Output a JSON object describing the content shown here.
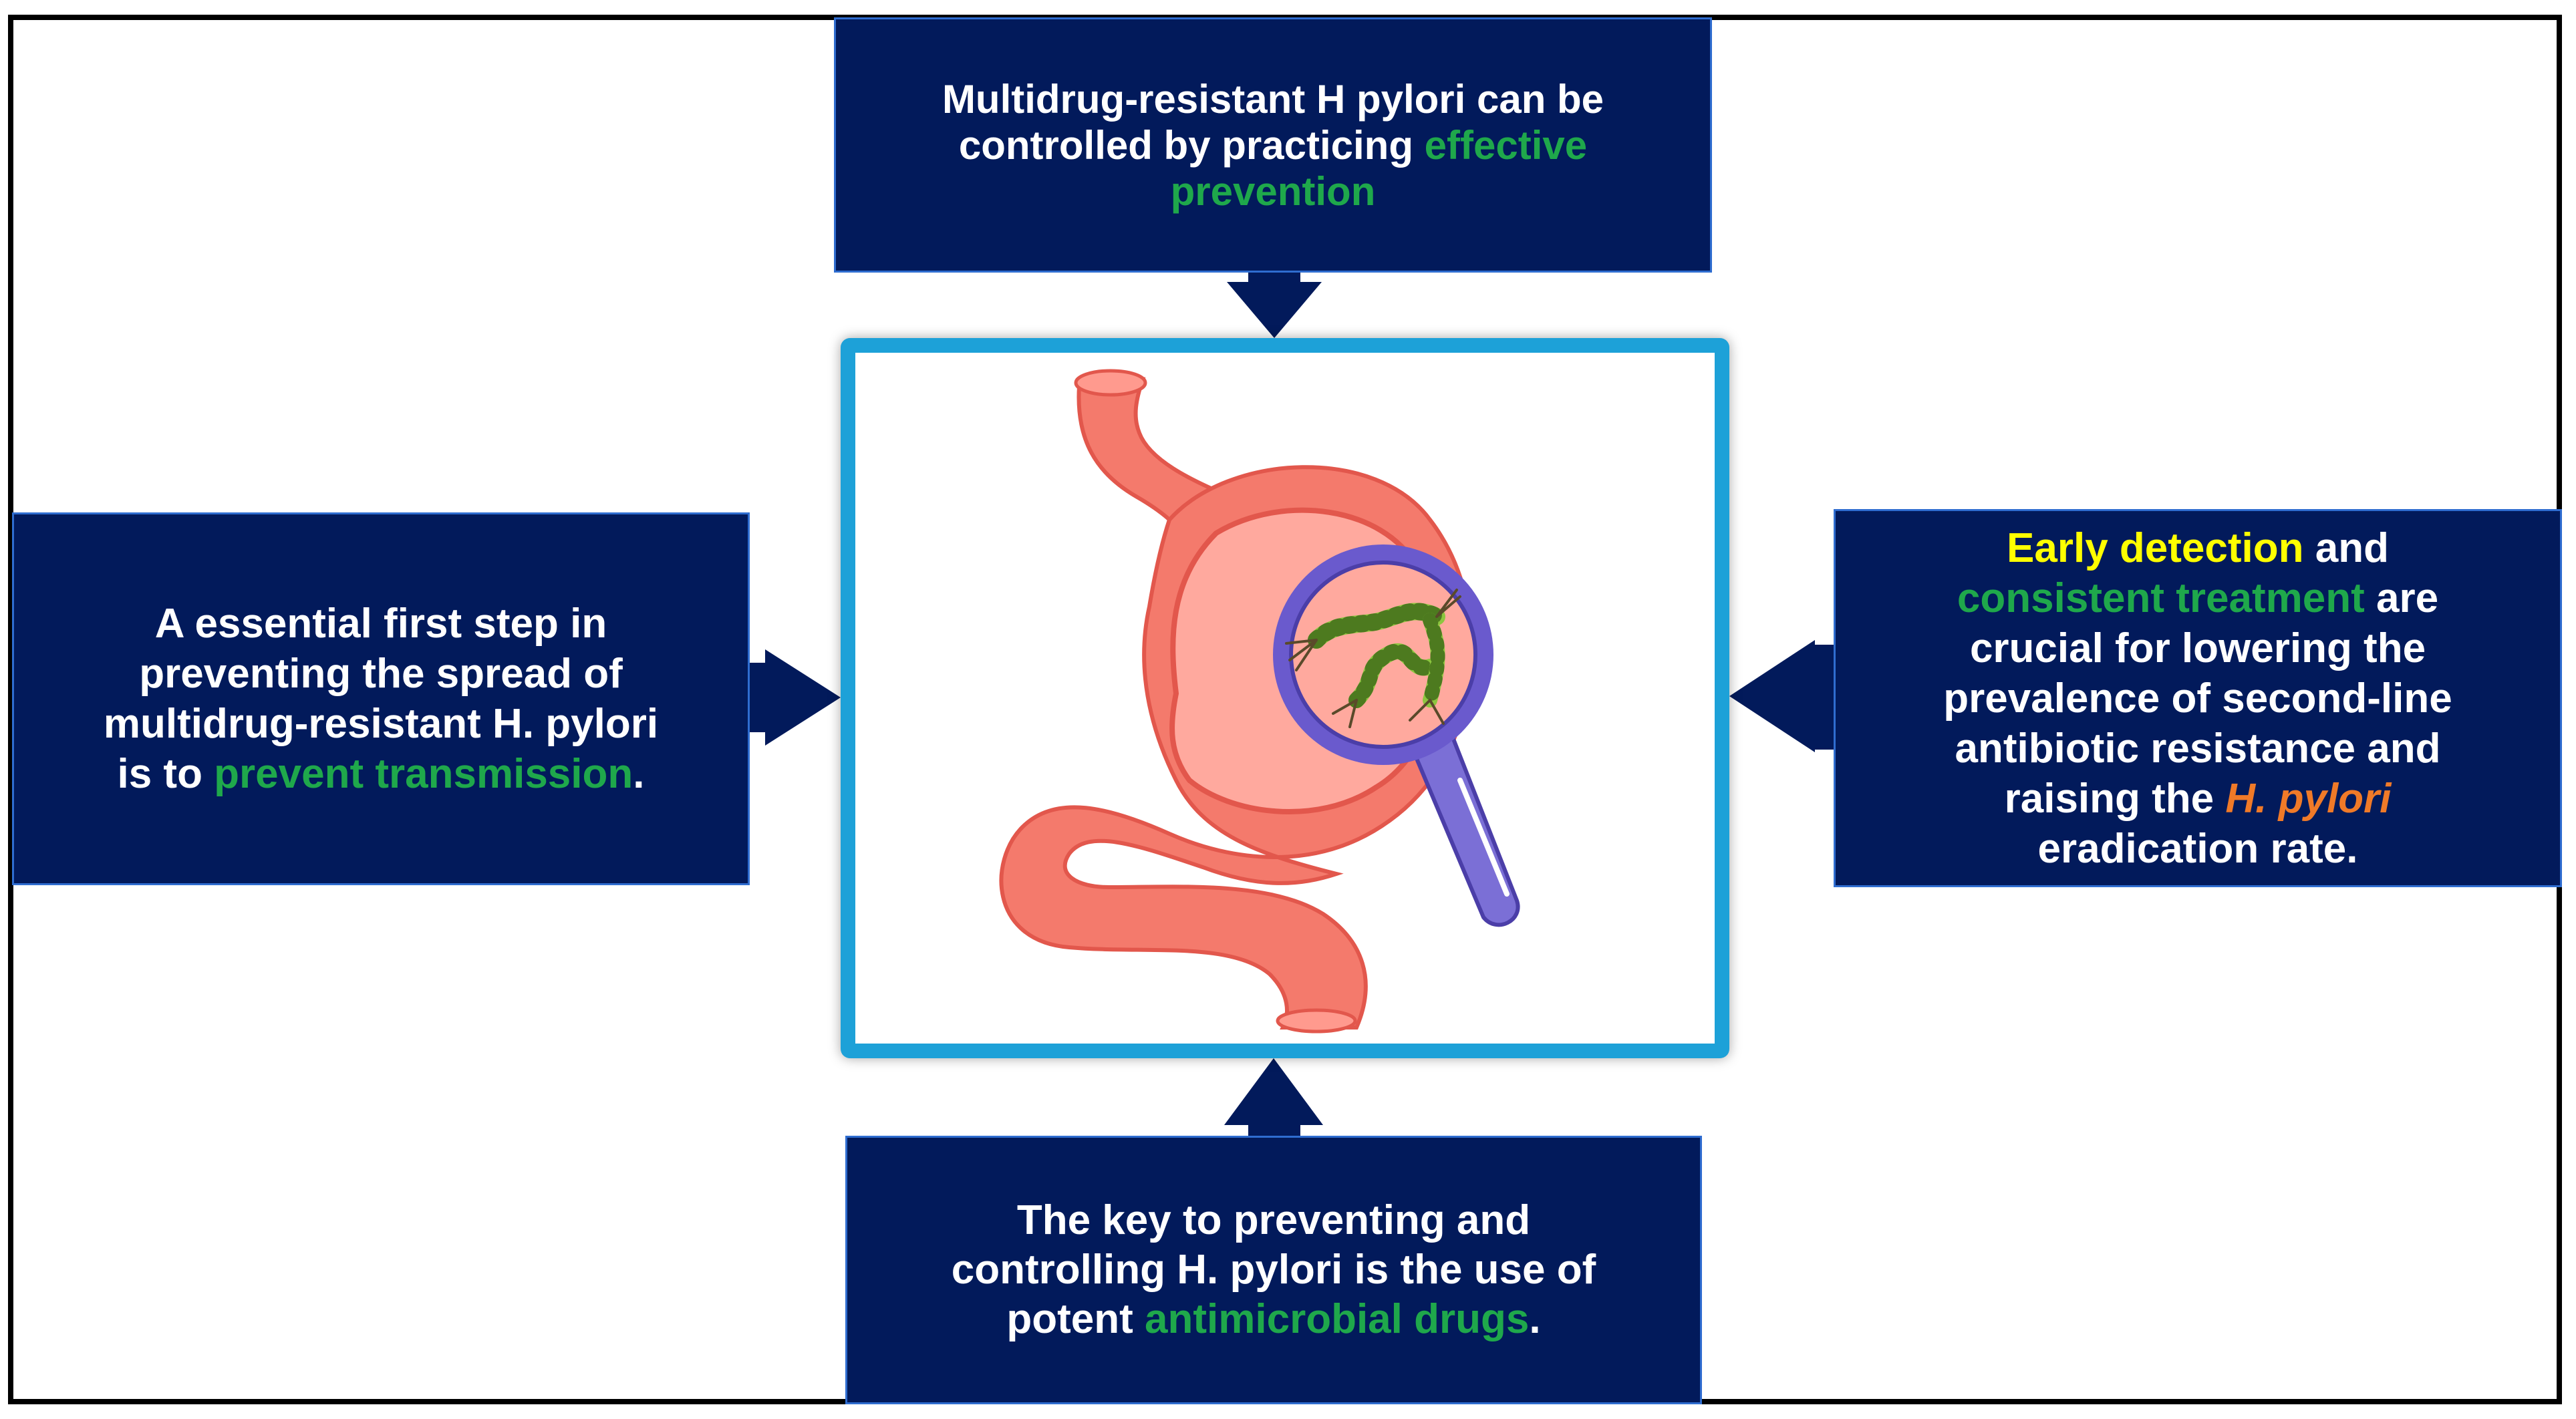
{
  "boxes": {
    "top": {
      "line1": "Multidrug-resistant H pylori can be",
      "line2_plain": "controlled by practicing ",
      "line2_green": "effective",
      "line3_green": "prevention"
    },
    "left": {
      "line1": "A essential first step in",
      "line2": "preventing the spread of",
      "line3": "multidrug-resistant H. pylori",
      "line4_plain": "is to ",
      "line4_green": "prevent transmission",
      "line4_end": "."
    },
    "right": {
      "line1_yellow": "Early detection",
      "line1_plain": " and",
      "line2_green": "consistent treatment",
      "line2_plain": " are",
      "line3": "crucial for lowering the",
      "line4": "prevalence of second-line",
      "line5": "antibiotic resistance and",
      "line6_plain": "raising the ",
      "line6_orange": "H. pylori",
      "line7": "eradication rate."
    },
    "bottom": {
      "line1": "The key to preventing and",
      "line2": "controlling H. pylori is the use of",
      "line3_plain": "potent ",
      "line3_green": "antimicrobial drugs",
      "line3_end": "."
    }
  },
  "colors": {
    "box_fill": "#021a5b",
    "highlight_green": "#1fa84b",
    "highlight_yellow": "#ffff00",
    "highlight_orange": "#f07a28",
    "center_border": "#1da1d8",
    "stomach": "#f47a6c",
    "magnifier": "#6a5acd"
  },
  "illustration": {
    "subject": "stomach-with-magnifier-icon",
    "bacteria": "h-pylori-bacteria-icon"
  }
}
